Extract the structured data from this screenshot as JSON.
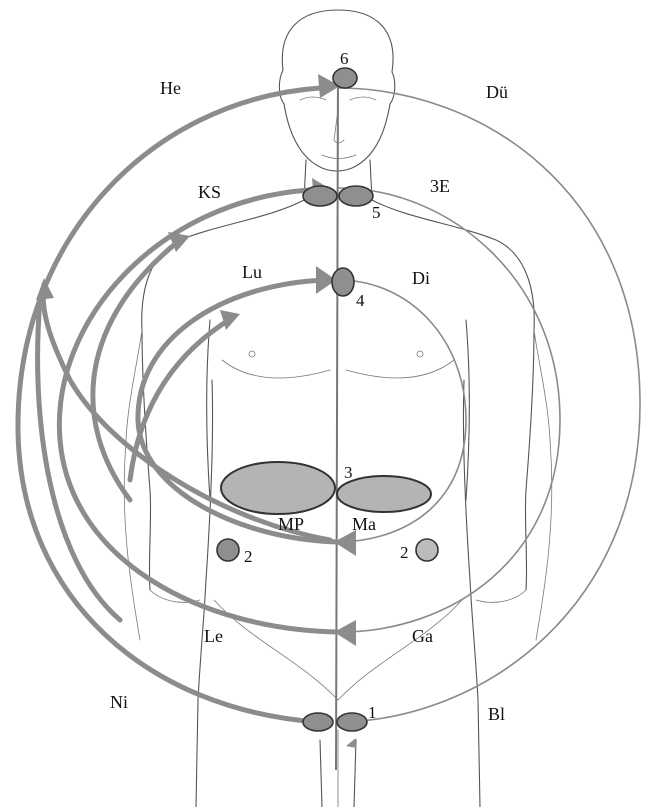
{
  "meridians": {
    "he": "He",
    "due": "Dü",
    "ks": "KS",
    "three_e": "3E",
    "lu": "Lu",
    "di": "Di",
    "mp": "MP",
    "ma": "Ma",
    "le": "Le",
    "ga": "Ga",
    "ni": "Ni",
    "bl": "Bl"
  },
  "centers": {
    "c1": "1",
    "c2_left": "2",
    "c2_right": "2",
    "c3": "3",
    "c4": "4",
    "c5": "5",
    "c6": "6"
  },
  "colors": {
    "flow_arrow": "#8c8c8c",
    "center_fill": "#8f8f8f",
    "organ_fill": "#b4b4b4",
    "outline": "#333333"
  }
}
